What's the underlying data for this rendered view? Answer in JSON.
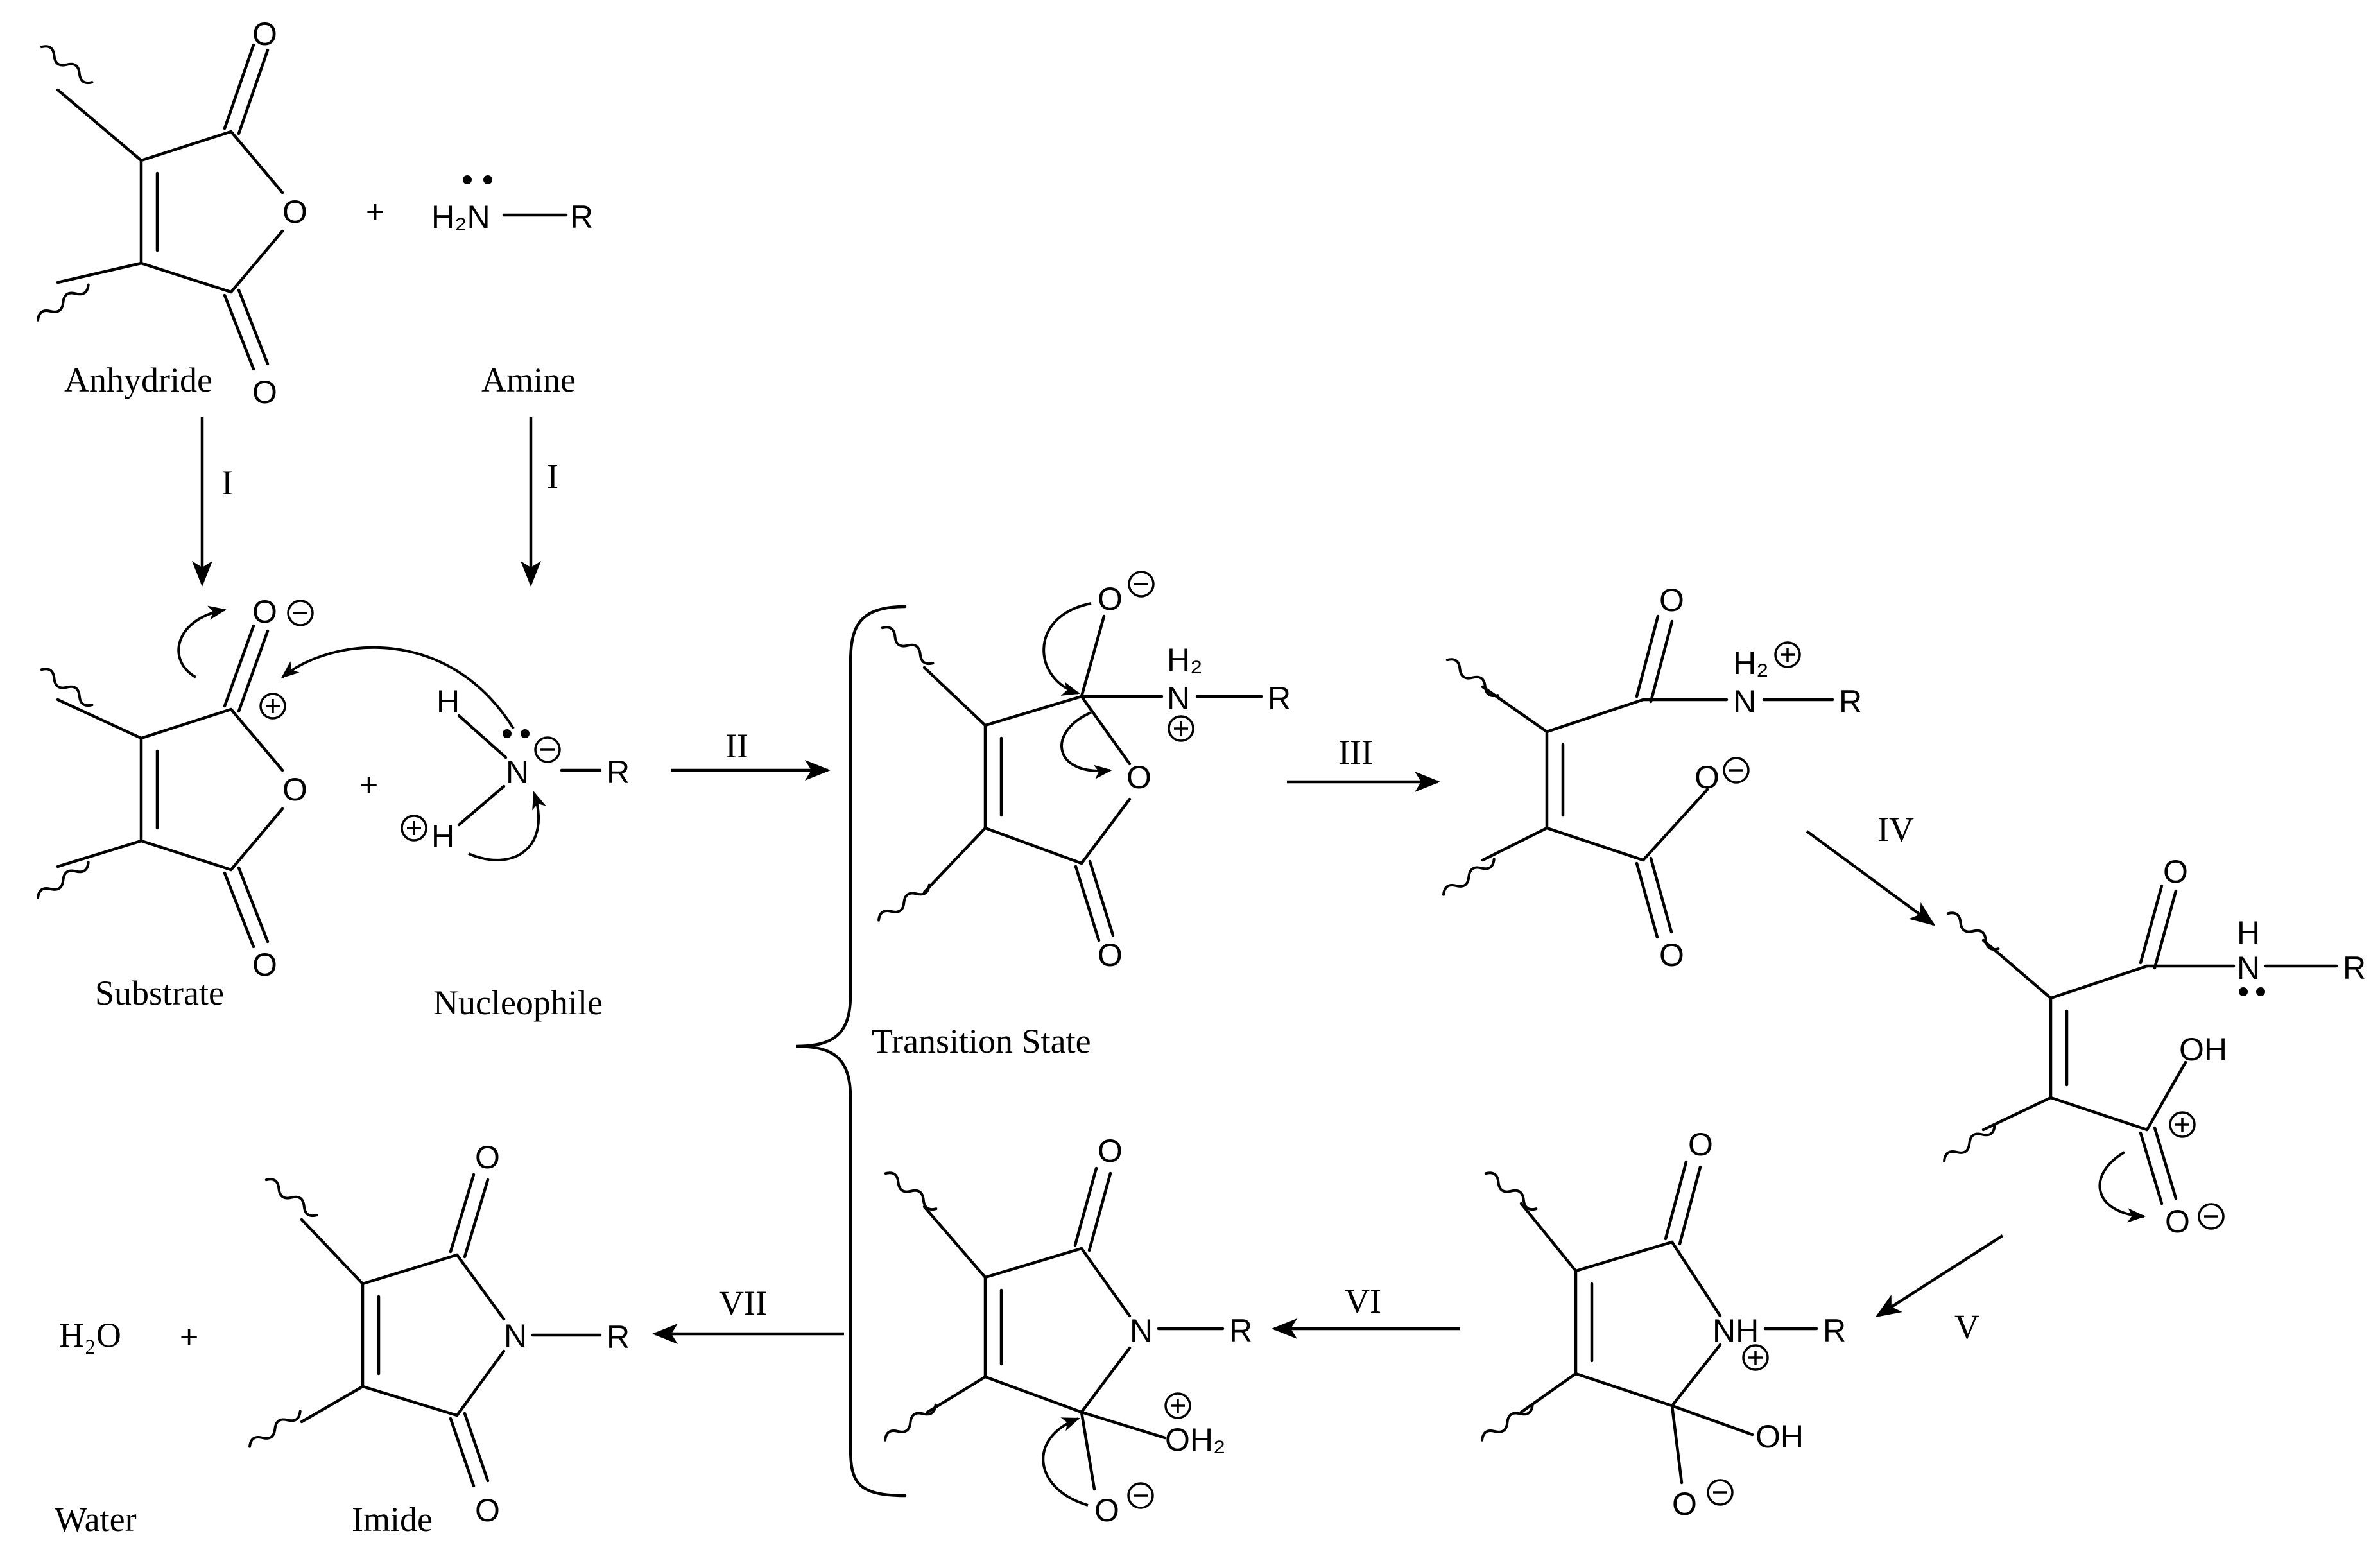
{
  "labels": {
    "anhydride": "Anhydride",
    "amine": "Amine",
    "substrate": "Substrate",
    "nucleophile": "Nucleophile",
    "transition_state": "Transition State",
    "water": "Water",
    "imide": "Imide",
    "water_formula": "H₂O"
  },
  "steps": [
    "I",
    "I",
    "II",
    "III",
    "IV",
    "V",
    "VI",
    "VII"
  ],
  "symbols": {
    "plus": "+",
    "O": "O",
    "N": "N",
    "R": "R",
    "H": "H",
    "NH": "NH",
    "OH": "OH",
    "H2N": "H₂N",
    "H2": "H₂",
    "OH2": "OH₂"
  }
}
